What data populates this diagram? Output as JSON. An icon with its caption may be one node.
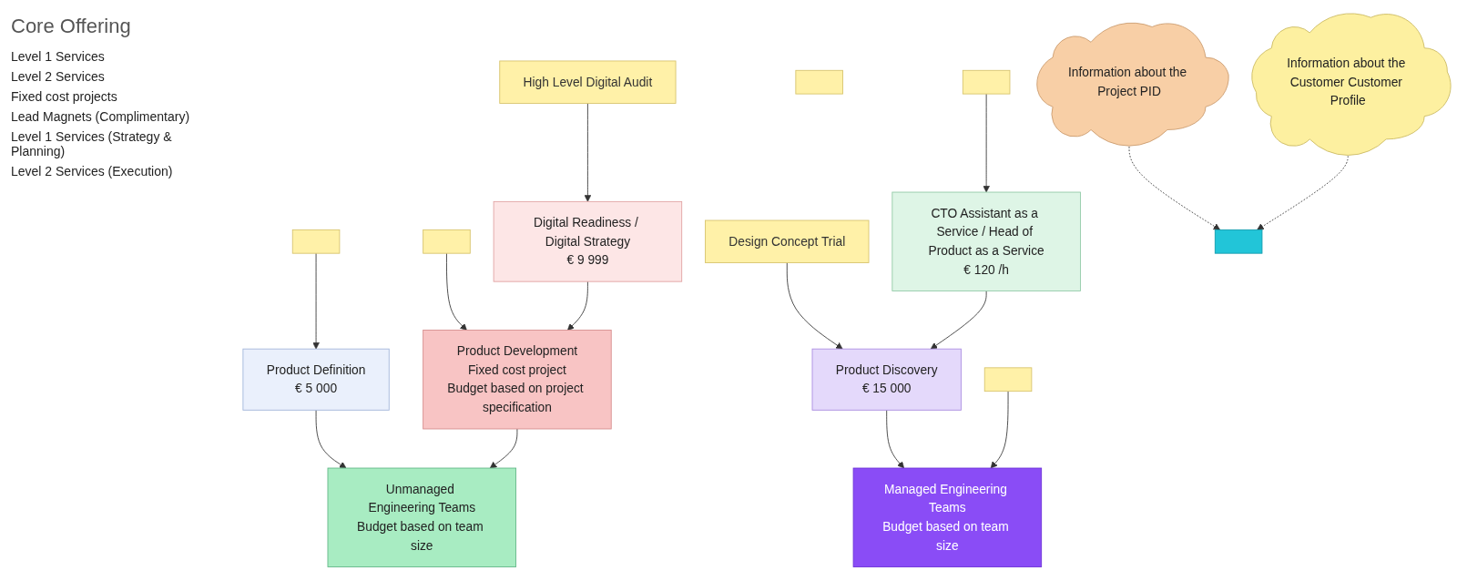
{
  "diagram": {
    "title": "Core Offering",
    "nodes": [
      {
        "text": [],
        "shape": "box"
      },
      {
        "text": [
          "High Level Digital Audit"
        ]
      },
      {
        "text": [],
        "shape": "box"
      },
      {
        "text": [],
        "shape": "box"
      },
      {
        "text": [
          "Design Concept Trial"
        ]
      },
      {
        "text": [],
        "shape": "box"
      },
      {
        "text": [],
        "shape": "box"
      },
      {
        "text": [
          "Digital Readiness / Digital Strategy",
          "€ 9 999"
        ]
      },
      {
        "text": [
          "Product Definition",
          "€ 5 000"
        ]
      },
      {
        "text": [
          "Product Discovery",
          "€ 15 000"
        ]
      },
      {
        "text": [
          "CTO Assistant as a Service / Head of Product as a Service",
          "€ 120 /h"
        ]
      },
      {
        "text": [
          "Product Development",
          "Fixed cost project",
          "Budget based on project specification"
        ]
      },
      {
        "text": [
          "Unmanaged Engineering Teams",
          "Budget based on team size"
        ]
      },
      {
        "text": [
          "Managed Engineering Teams",
          "Budget based on team size"
        ]
      },
      {
        "text": [],
        "shape": "box"
      },
      {
        "text": [
          "Information about the Project PID"
        ]
      },
      {
        "text": [
          "Information about the Customer Customer Profile"
        ]
      }
    ],
    "edges": [
      {
        "from": 1,
        "to": 7,
        "arrow": "to"
      },
      {
        "from": 2,
        "to": 8,
        "arrow": "to"
      },
      {
        "from": 4,
        "to": 9,
        "arrow": "to"
      },
      {
        "from": 5,
        "to": 10,
        "arrow": "to"
      },
      {
        "from": 10,
        "to": 9,
        "arrow": "to"
      },
      {
        "from": 0,
        "to": 11,
        "arrow": "to"
      },
      {
        "from": 7,
        "to": 11,
        "arrow": "to"
      },
      {
        "from": 8,
        "to": 12,
        "arrow": "to"
      },
      {
        "from": 11,
        "to": 12,
        "arrow": "to"
      },
      {
        "from": 9,
        "to": 13,
        "arrow": "to"
      },
      {
        "from": 6,
        "to": 13,
        "arrow": "to"
      },
      {
        "from": 15,
        "to": 14,
        "arrow": "to",
        "style": "dashed"
      },
      {
        "from": 16,
        "to": 14,
        "arrow": "to",
        "style": "dashed"
      }
    ],
    "labels": [
      "Level 1 Services",
      "Level 2 Services",
      "Fixed cost projects",
      "Lead Magnets (Complimentary)",
      "Level 1 Services (Strategy & Planning)",
      "Level 2 Services (Execution)"
    ]
  }
}
